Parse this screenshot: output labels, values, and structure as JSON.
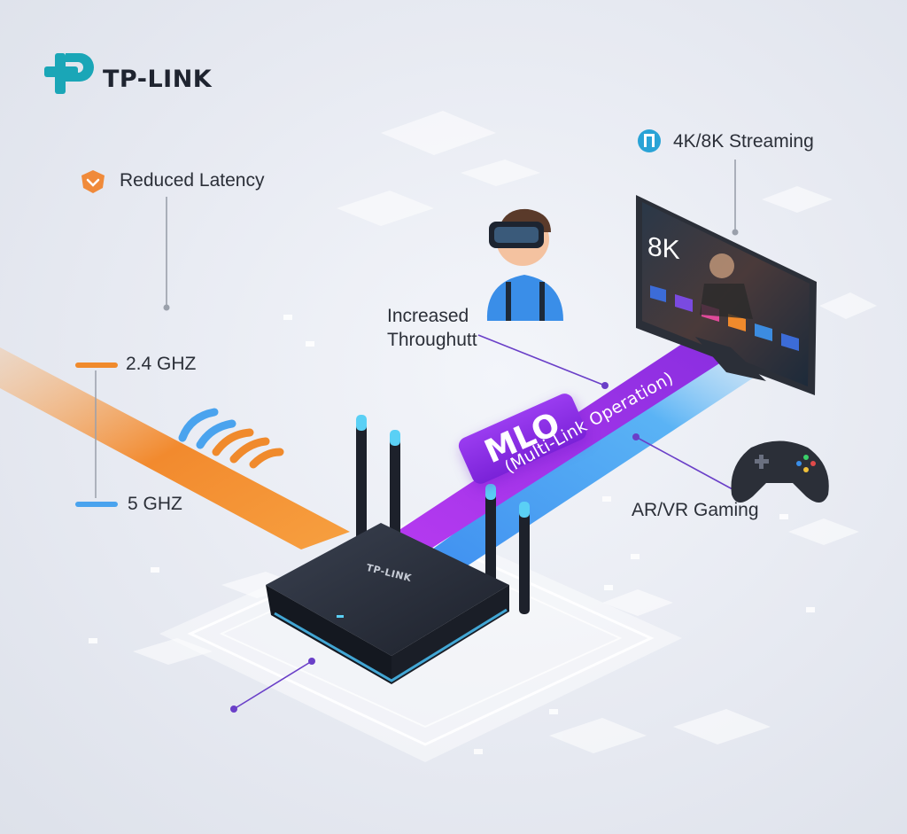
{
  "brand": {
    "name": "TP-LINK",
    "logo_color": "#1aa6b7"
  },
  "labels": {
    "latency": "Reduced Latency",
    "streaming": "4K/8K Streaming",
    "throughput_line1": "Increased",
    "throughput_line2": "Throughutt",
    "band_24": "2.4 GHZ",
    "band_5": "5 GHZ",
    "arvr": "AR/VR Gaming"
  },
  "mlo": {
    "title": "MLO",
    "subtitle": "(Multi-Link Operation)"
  },
  "router": {
    "brand_text": "TP-LINK"
  },
  "tv": {
    "resolution": "8K"
  },
  "icons": {
    "latency": "latency-icon",
    "streaming": "streaming-icon",
    "wifi": "wifi-signal-icon",
    "vr": "vr-user-icon",
    "gamepad": "gamepad-icon"
  },
  "colors": {
    "band_24": "#f08a2c",
    "band_5": "#4aa3ee",
    "mlo": "#9a32e8",
    "connector": "#6a3fc8",
    "latency_icon": "#f08a3a",
    "stream_icon": "#29a3d6"
  }
}
